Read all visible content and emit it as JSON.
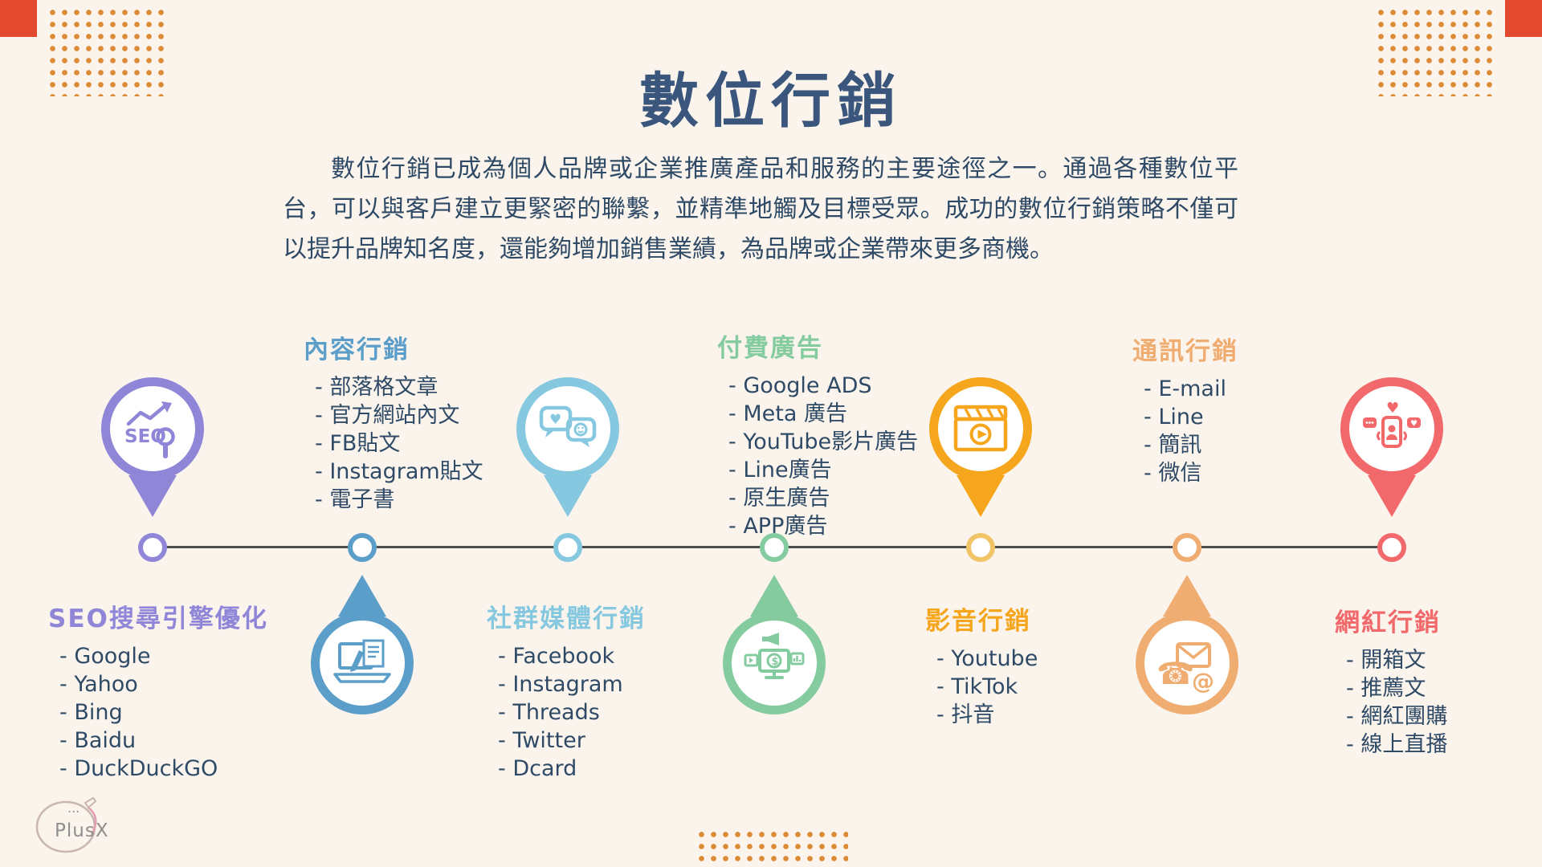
{
  "palette": {
    "background": "#fbf4ec",
    "title_color": "#3a567c",
    "body_text_color": "#2e4a66",
    "timeline_line_color": "#4d4d4d",
    "dot_decoration_color": "#dd8a35",
    "corner_square_color": "#e2492f"
  },
  "header": {
    "title": "數位行銷",
    "paragraph": "數位行銷已成為個人品牌或企業推廣產品和服務的主要途徑之一。通過各種數位平台，可以與客戶建立更緊密的聯繫，並精準地觸及目標受眾。成功的數位行銷策略不僅可以提升品牌知名度，還能夠增加銷售業績，為品牌或企業帶來更多商機。"
  },
  "logo": {
    "text": "PlusX",
    "dots": "..."
  },
  "timeline": {
    "categories": [
      {
        "name": "SEO搜尋引擎優化",
        "color": "#8f86d8",
        "pin": "above",
        "icon": "seo-magnifier-icon",
        "items": [
          "- Google",
          "- Yahoo",
          "- Bing",
          "- Baidu",
          "- DuckDuckGO"
        ]
      },
      {
        "name": "內容行銷",
        "color": "#5b9ec9",
        "pin": "below",
        "icon": "laptop-writing-icon",
        "items": [
          "- 部落格文章",
          "- 官方網站內文",
          "- FB貼文",
          "- Instagram貼文",
          "- 電子書"
        ]
      },
      {
        "name": "社群媒體行銷",
        "color": "#85c8df",
        "pin": "above",
        "icon": "chat-bubbles-icon",
        "items": [
          "- Facebook",
          "- Instagram",
          "- Threads",
          "- Twitter",
          "- Dcard"
        ]
      },
      {
        "name": "付費廣告",
        "color": "#85cba0",
        "pin": "below",
        "icon": "ads-devices-icon",
        "items": [
          "- Google ADS",
          "- Meta 廣告",
          "- YouTube影片廣告",
          "- Line廣告",
          "- 原生廣告",
          "- APP廣告"
        ]
      },
      {
        "name": "影音行銷",
        "color": "#f5a61d",
        "node_color": "#f1c468",
        "pin": "above",
        "icon": "clapperboard-icon",
        "items": [
          "- Youtube",
          "- TikTok",
          "- 抖音"
        ]
      },
      {
        "name": "通訊行銷",
        "color": "#f0ad72",
        "pin": "below",
        "icon": "phone-mail-icon",
        "items": [
          "- E-mail",
          "- Line",
          "- 簡訊",
          "- 微信"
        ]
      },
      {
        "name": "網紅行銷",
        "color": "#f2696b",
        "pin": "above",
        "icon": "influencer-phone-icon",
        "items": [
          "- 開箱文",
          "- 推薦文",
          "- 網紅團購",
          "- 線上直播"
        ]
      }
    ]
  }
}
